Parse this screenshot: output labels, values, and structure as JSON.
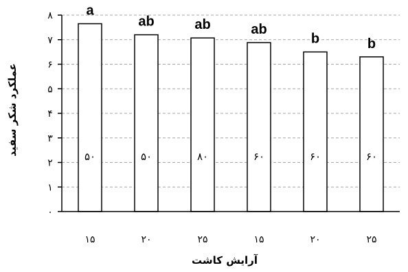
{
  "chart_data": {
    "type": "bar",
    "categories": [
      "۱۵",
      "۲۰",
      "۲۵",
      "۱۵",
      "۲۰",
      "۲۵"
    ],
    "values": [
      7.65,
      7.2,
      7.07,
      6.88,
      6.5,
      6.3
    ],
    "bar_labels": [
      "۵۰",
      "۵۰",
      "۸۰",
      "۶۰",
      "۶۰",
      "۶۰"
    ],
    "significance_letters": [
      "a",
      "ab",
      "ab",
      "ab",
      "b",
      "b"
    ],
    "title": "",
    "xlabel": "آرایش کاشت",
    "ylabel": "عملکرد شکر سفید",
    "ylim": [
      0,
      8
    ],
    "yticks": [
      0,
      1,
      2,
      3,
      4,
      5,
      6,
      7,
      8
    ],
    "ytick_labels": [
      "۰",
      "۱",
      "۲",
      "۳",
      "۴",
      "۵",
      "۶",
      "۷",
      "۸"
    ],
    "grid": true,
    "legend": "none",
    "colors": {
      "bar_fill": "#ffffff",
      "bar_stroke": "#000000",
      "grid": "#a6a6a6",
      "axis": "#000000"
    }
  }
}
